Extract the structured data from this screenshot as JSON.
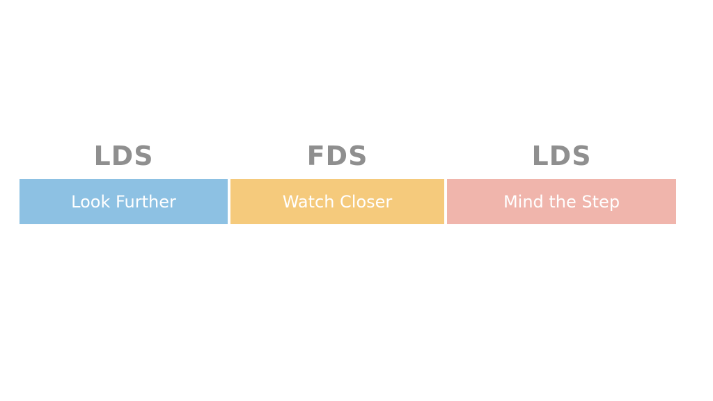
{
  "segments": [
    {
      "heading": "LDS",
      "label": "Look Further",
      "color": "#8dc1e3"
    },
    {
      "heading": "FDS",
      "label": "Watch Closer",
      "color": "#f5ca7c"
    },
    {
      "heading": "LDS",
      "label": "Mind the Step",
      "color": "#f0b5ac"
    }
  ]
}
